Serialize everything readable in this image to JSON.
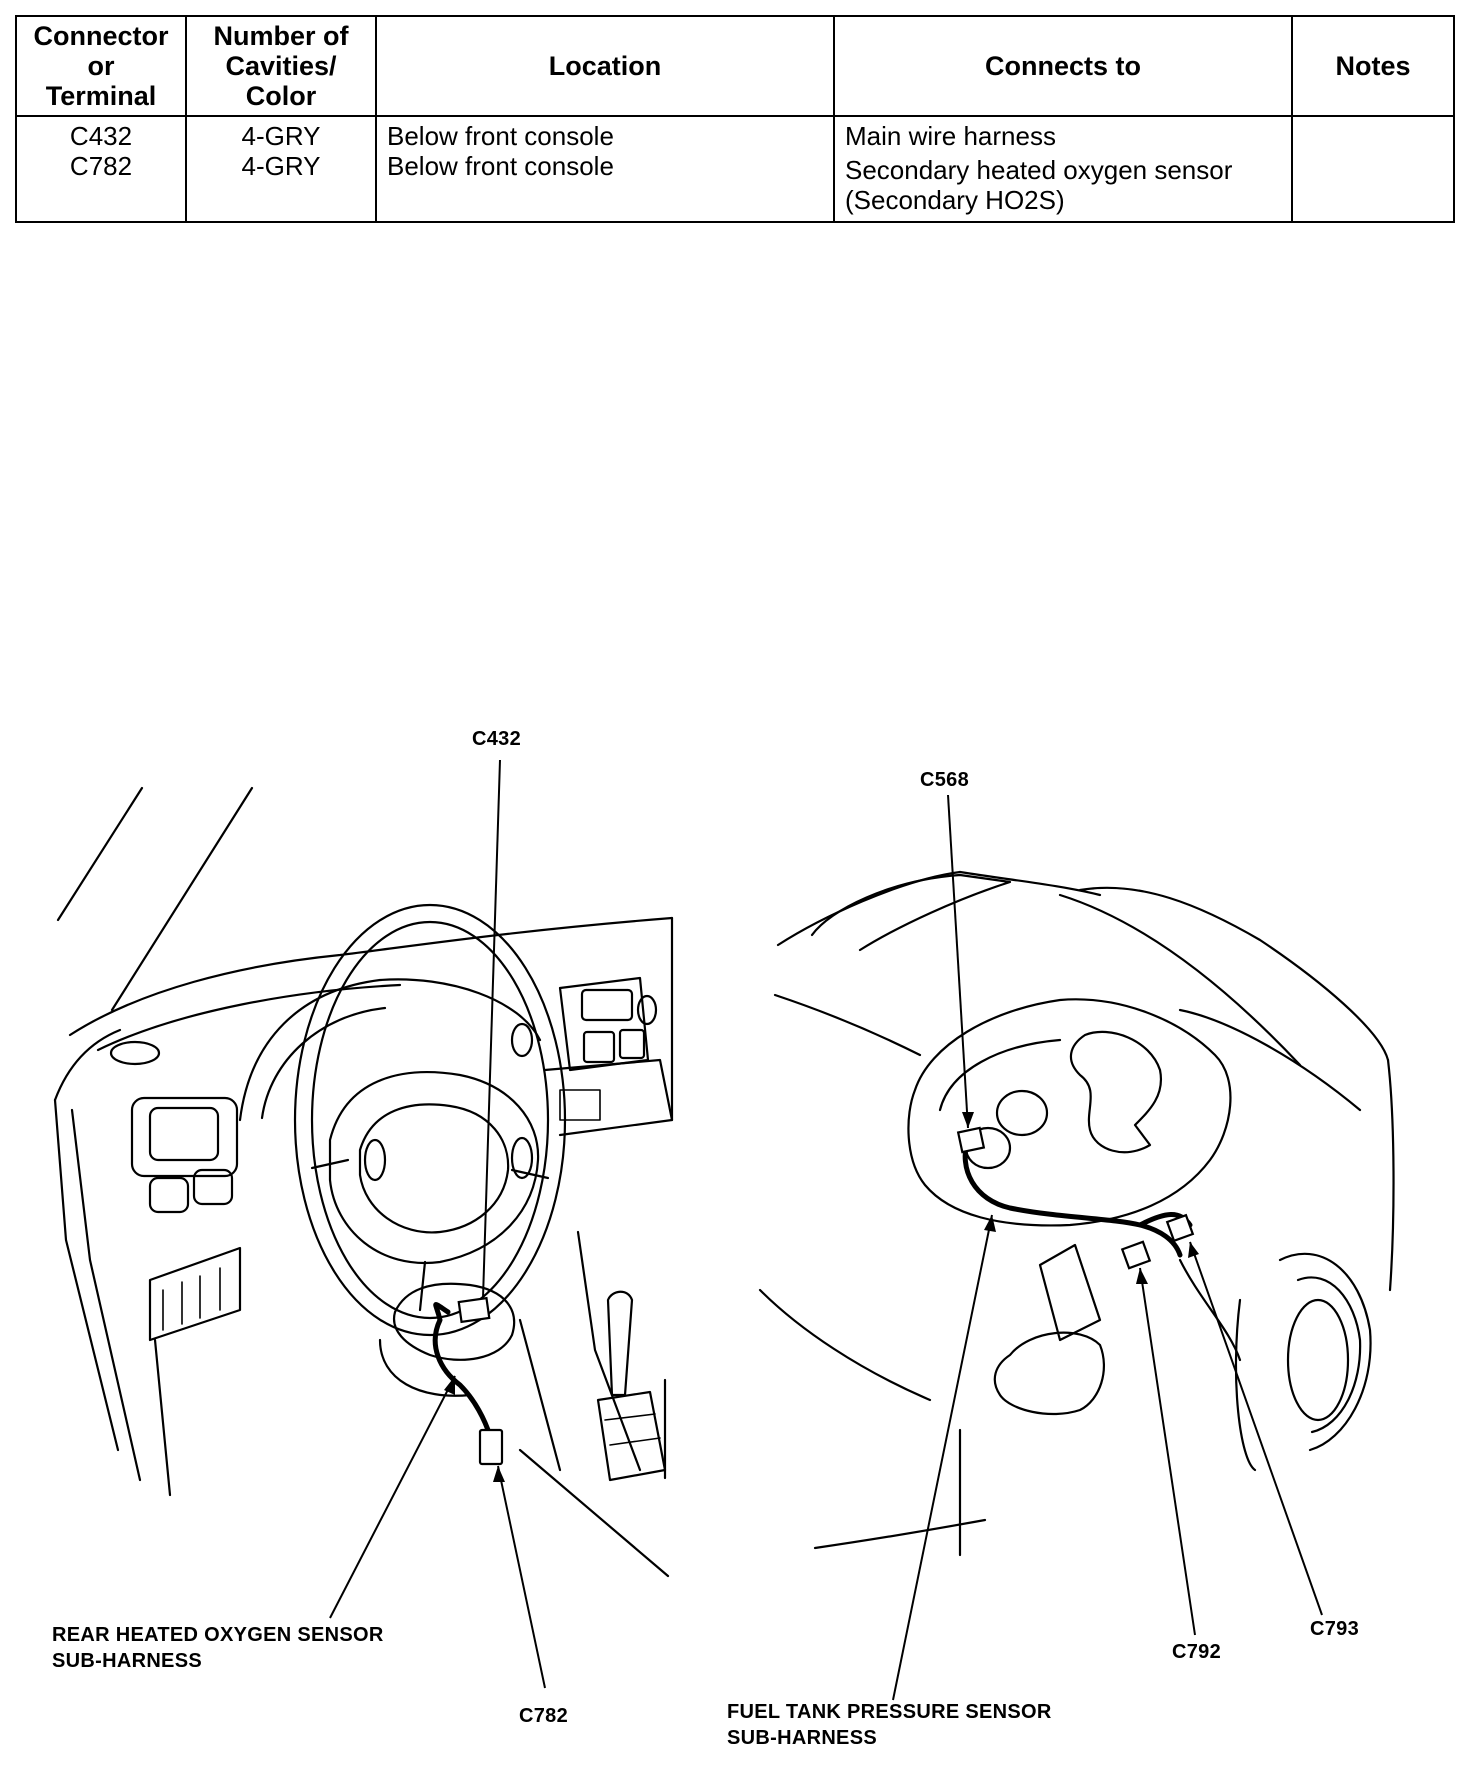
{
  "table": {
    "headers": {
      "connector": [
        "Connector",
        "or",
        "Terminal"
      ],
      "cavities": [
        "Number of",
        "Cavities/",
        "Color"
      ],
      "location": "Location",
      "connects_to": "Connects to",
      "notes": "Notes"
    },
    "rows": [
      {
        "connector": "C432",
        "cavities": "4-GRY",
        "location": "Below front console",
        "connects_to": [
          "Main wire harness"
        ],
        "notes": ""
      },
      {
        "connector": "C782",
        "cavities": "4-GRY",
        "location": "Below front console",
        "connects_to": [
          "Secondary heated oxygen sensor",
          "(Secondary HO2S)"
        ],
        "notes": ""
      }
    ]
  },
  "diagram": {
    "labels": {
      "c432": "C432",
      "c782": "C782",
      "c568": "C568",
      "c792": "C792",
      "c793": "C793",
      "rear_ho2s_line1": "REAR HEATED OXYGEN SENSOR",
      "rear_ho2s_line2": "SUB-HARNESS",
      "fuel_tank_line1": "FUEL TANK PRESSURE  SENSOR",
      "fuel_tank_line2": "SUB-HARNESS"
    }
  }
}
